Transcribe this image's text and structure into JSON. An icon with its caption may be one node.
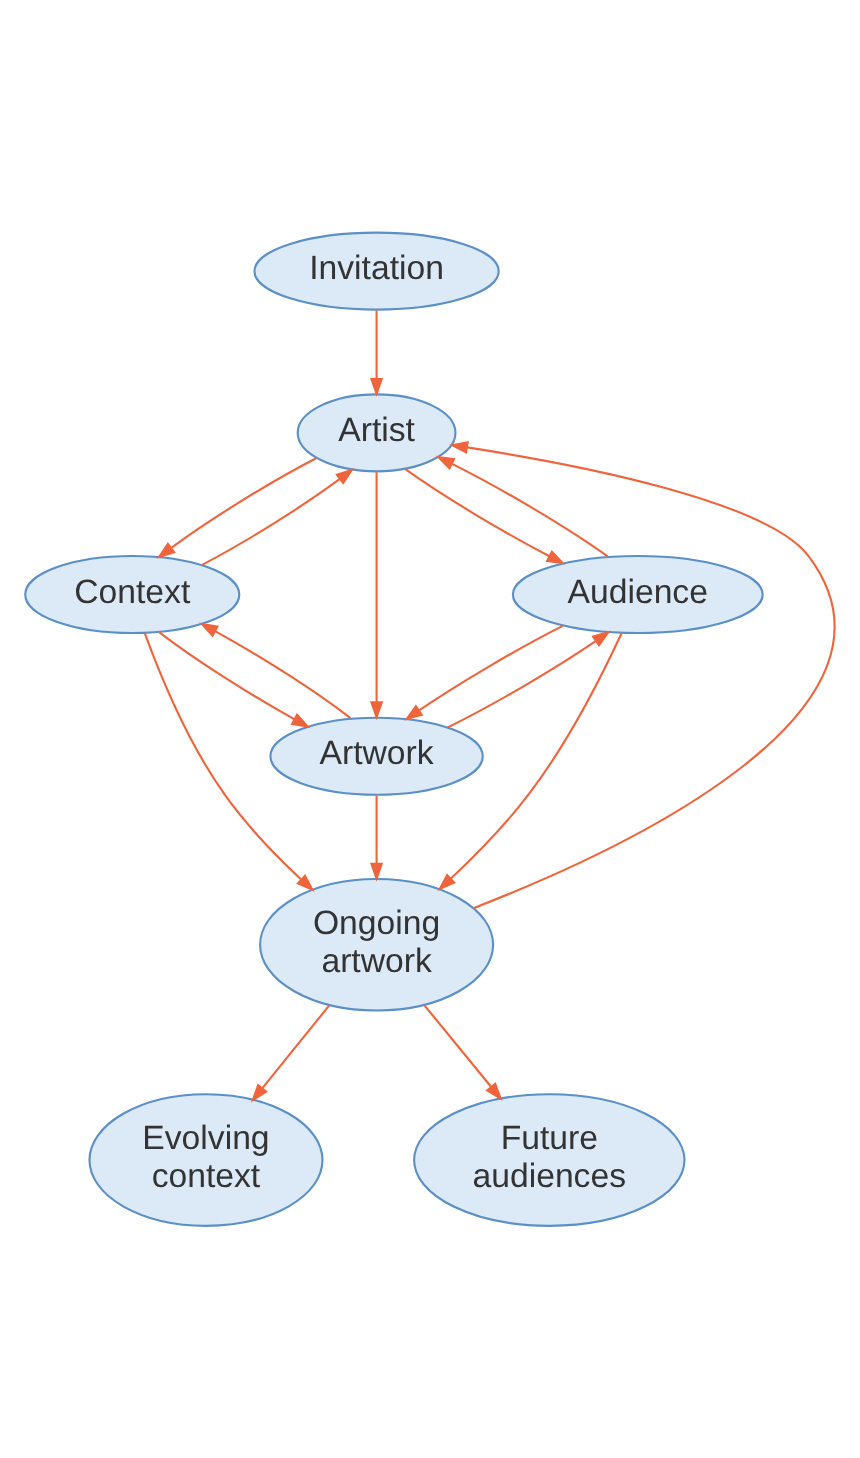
{
  "diagram": {
    "nodes": [
      {
        "text": [
          "Invitation"
        ]
      },
      {
        "text": [
          "Artist"
        ]
      },
      {
        "text": [
          "Context"
        ]
      },
      {
        "text": [
          "Audience"
        ]
      },
      {
        "text": [
          "Artwork"
        ]
      },
      {
        "text": [
          "Ongoing artwork"
        ]
      },
      {
        "text": [
          "Evolving context"
        ]
      },
      {
        "text": [
          "Future audiences"
        ]
      }
    ],
    "edges": [
      {
        "from": 0,
        "to": 1,
        "arrow": "to"
      },
      {
        "from": 1,
        "to": 2,
        "arrow": "to"
      },
      {
        "from": 2,
        "to": 1,
        "arrow": "to"
      },
      {
        "from": 1,
        "to": 3,
        "arrow": "to"
      },
      {
        "from": 3,
        "to": 1,
        "arrow": "to"
      },
      {
        "from": 1,
        "to": 4,
        "arrow": "to"
      },
      {
        "from": 2,
        "to": 4,
        "arrow": "to"
      },
      {
        "from": 3,
        "to": 4,
        "arrow": "to"
      },
      {
        "from": 4,
        "to": 2,
        "arrow": "to"
      },
      {
        "from": 4,
        "to": 3,
        "arrow": "to"
      },
      {
        "from": 4,
        "to": 5,
        "arrow": "to"
      },
      {
        "from": 2,
        "to": 5,
        "arrow": "to"
      },
      {
        "from": 3,
        "to": 5,
        "arrow": "to"
      },
      {
        "from": 5,
        "to": 1,
        "arrow": "to"
      },
      {
        "from": 5,
        "to": 6,
        "arrow": "to"
      },
      {
        "from": 5,
        "to": 7,
        "arrow": "to"
      }
    ]
  }
}
